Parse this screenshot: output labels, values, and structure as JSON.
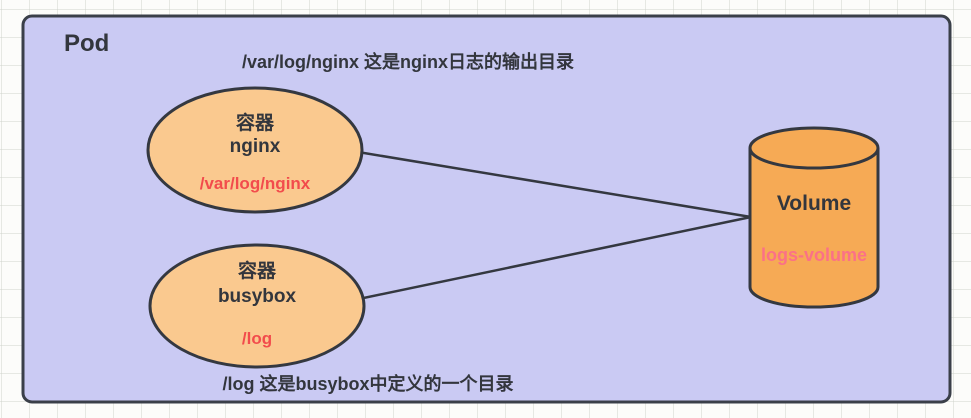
{
  "pod": {
    "label": "Pod"
  },
  "annotations": {
    "top": "/var/log/nginx 这是nginx日志的输出目录",
    "bottom": "/log 这是busybox中定义的一个目录"
  },
  "containers": [
    {
      "type_label": "容器",
      "name": "nginx",
      "mount_path": "/var/log/nginx"
    },
    {
      "type_label": "容器",
      "name": "busybox",
      "mount_path": "/log"
    }
  ],
  "volume": {
    "label": "Volume",
    "name": "logs-volume"
  },
  "colors": {
    "pod_fill": "#cacaf3",
    "pod_border": "#3a3f49",
    "container_fill": "#fac98f",
    "volume_fill": "#f6aa55",
    "shape_border": "#343840",
    "connector": "#343840",
    "dark_text": "#33363d",
    "mount_path_red": "#f24c4c",
    "volume_name_pink": "#fb7187"
  }
}
